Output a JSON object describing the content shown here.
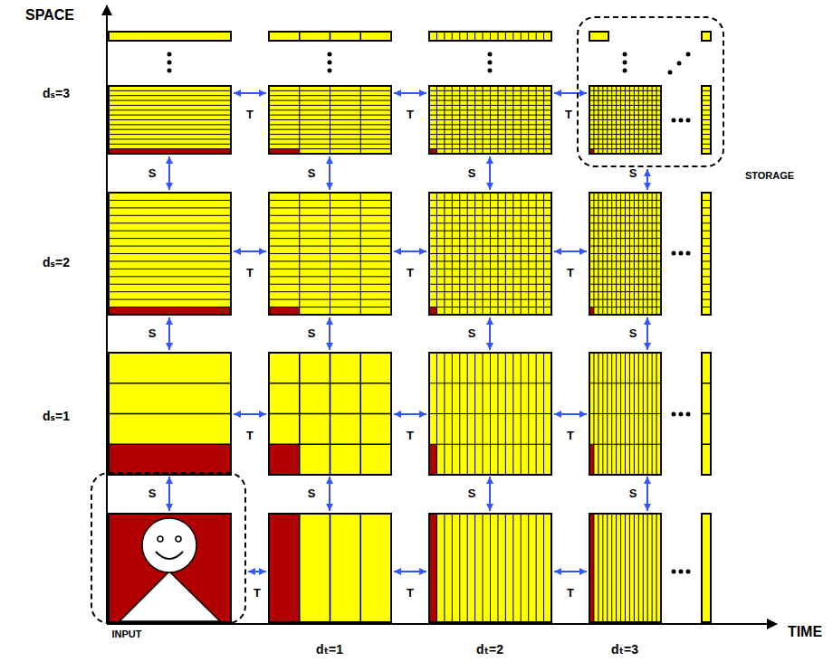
{
  "diagram": {
    "nodes": [
      {
        "text": [
          "STORAGE"
        ]
      },
      {
        "text": [
          "INPUT"
        ]
      }
    ],
    "labels": [
      "SPACE",
      "dₛ=3",
      "dₛ=2",
      "dₛ=1",
      "dₜ=1",
      "dₜ=2",
      "dₜ=3",
      "TIME",
      "T",
      "T",
      "T",
      "T",
      "T",
      "T",
      "T",
      "T",
      "T",
      "T",
      "T",
      "T",
      "S",
      "S",
      "S",
      "S",
      "S",
      "S",
      "S",
      "S",
      "S",
      "S",
      "S",
      "S"
    ]
  }
}
